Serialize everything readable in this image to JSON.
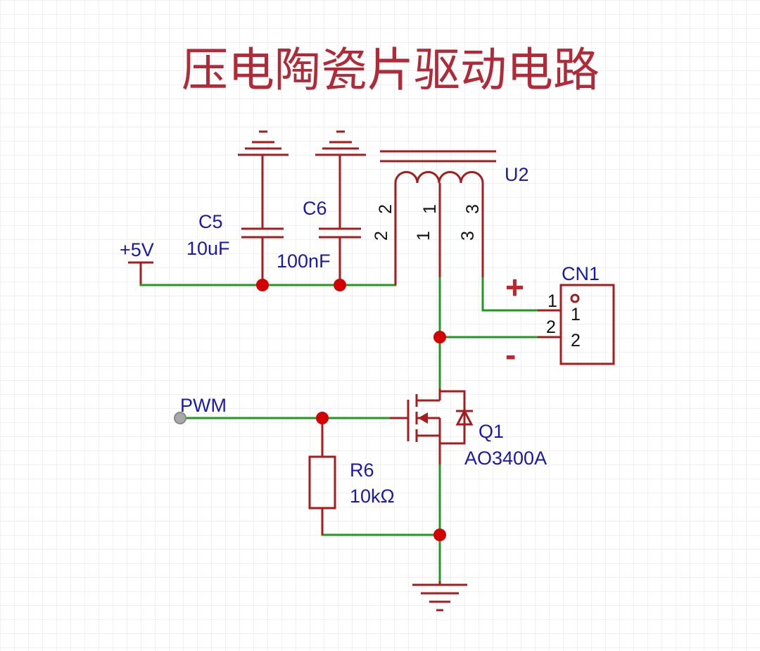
{
  "title": "压电陶瓷片驱动电路",
  "power": {
    "label": "+5V"
  },
  "components": {
    "c5": {
      "ref": "C5",
      "value": "10uF"
    },
    "c6": {
      "ref": "C6",
      "value": "100nF"
    },
    "u2": {
      "ref": "U2",
      "pin_a": "2",
      "pin_b": "1",
      "pin_c": "3"
    },
    "cn1": {
      "ref": "CN1",
      "pin1": "1",
      "pin2": "2",
      "plus": "+",
      "minus": "-"
    },
    "q1": {
      "ref": "Q1",
      "value": "AO3400A"
    },
    "r6": {
      "ref": "R6",
      "value": "10kΩ"
    }
  },
  "net_labels": {
    "pwm": "PWM"
  },
  "colors": {
    "wire": "#1f9a1f",
    "part": "#a51d1d",
    "junction": "#d40000",
    "label": "#1a1aa8",
    "title": "#b02a37"
  }
}
